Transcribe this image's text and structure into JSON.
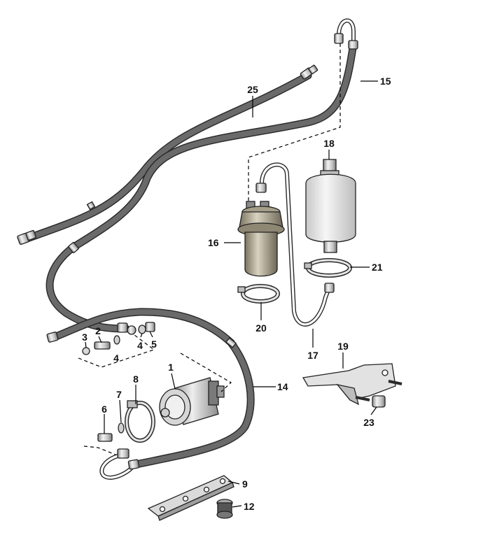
{
  "colors": {
    "outline": "#2a2a2a",
    "hose_fill": "#e8e3dc",
    "hose_speckle": "#6a6a6a",
    "metal_light": "#e9e9e9",
    "metal_mid": "#bdbdbd",
    "metal_dark": "#8a8a8a",
    "filter_body": "#dcdcdc"
  },
  "callouts": [
    {
      "id": "c1",
      "text": "1"
    },
    {
      "id": "c2",
      "text": "2"
    },
    {
      "id": "c3",
      "text": "3"
    },
    {
      "id": "c4a",
      "text": "4"
    },
    {
      "id": "c4b",
      "text": "4"
    },
    {
      "id": "c5",
      "text": "5"
    },
    {
      "id": "c6",
      "text": "6"
    },
    {
      "id": "c7",
      "text": "7"
    },
    {
      "id": "c8",
      "text": "8"
    },
    {
      "id": "c9",
      "text": "9"
    },
    {
      "id": "c12",
      "text": "12"
    },
    {
      "id": "c14",
      "text": "14"
    },
    {
      "id": "c15",
      "text": "15"
    },
    {
      "id": "c16",
      "text": "16"
    },
    {
      "id": "c17",
      "text": "17"
    },
    {
      "id": "c18",
      "text": "18"
    },
    {
      "id": "c19",
      "text": "19"
    },
    {
      "id": "c20",
      "text": "20"
    },
    {
      "id": "c21",
      "text": "21"
    },
    {
      "id": "c23",
      "text": "23"
    },
    {
      "id": "c25",
      "text": "25"
    }
  ],
  "icons": {
    "fuel_pump": "fuel-pump-icon",
    "fuel_filter": "fuel-filter-icon",
    "fuel_accumulator": "fuel-accumulator-icon",
    "hose_clamp": "hose-clamp-icon",
    "mounting_bracket": "mounting-bracket-icon",
    "rubber_mount": "rubber-mount-icon",
    "damper_strip": "damper-strip-icon"
  }
}
